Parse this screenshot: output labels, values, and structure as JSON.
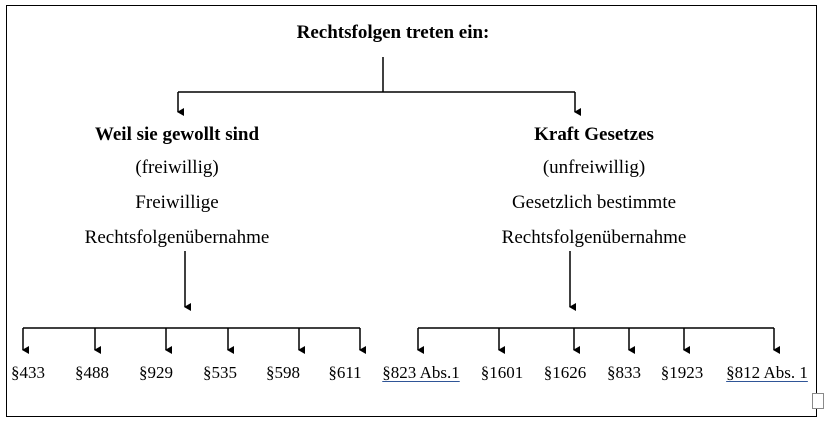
{
  "title": "Rechtsfolgen treten ein:",
  "left": {
    "heading": "Weil sie gewollt sind",
    "lines": [
      "(freiwillig)",
      "Freiwillige",
      "Rechtsfolgenübernahme"
    ],
    "paragraphs": [
      "§433",
      "§488",
      "§929",
      "§535",
      "§598",
      "§611"
    ]
  },
  "right": {
    "heading": "Kraft Gesetzes",
    "lines": [
      "(unfreiwillig)",
      "Gesetzlich bestimmte",
      "Rechtsfolgenübernahme"
    ],
    "paragraphs": [
      "§823 Abs.1",
      "§1601",
      "§1626",
      "§833",
      "§1923",
      "§812 Abs. 1"
    ]
  },
  "colors": {
    "line": "#000000",
    "underline": "#2f5597"
  }
}
